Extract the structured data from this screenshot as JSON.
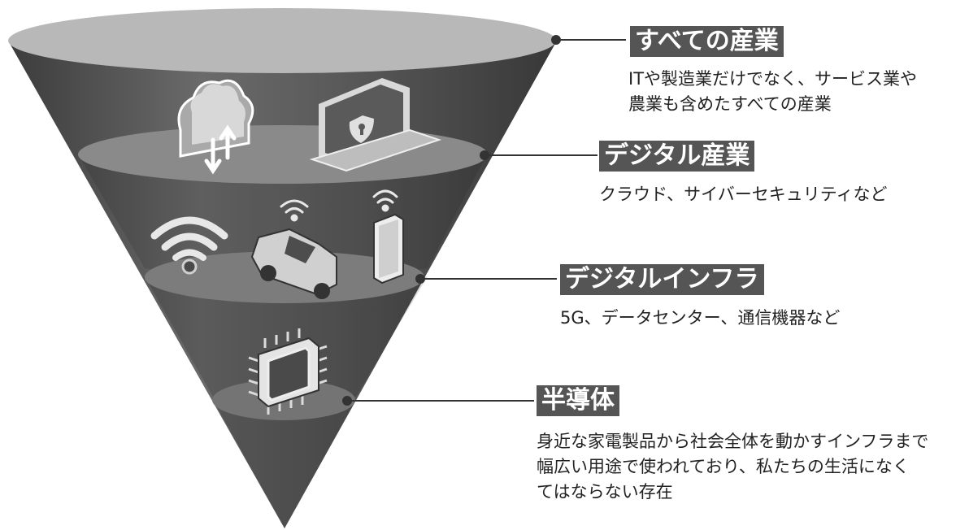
{
  "layers": [
    {
      "title": "すべての産業",
      "description": [
        "ITや製造業だけでなく、サービス業や",
        "農業も含めたすべての産業"
      ]
    },
    {
      "title": "デジタル産業",
      "description": [
        "クラウド、サイバーセキュリティなど"
      ],
      "icons": [
        "cloud-sync-icon",
        "laptop-security-icon"
      ]
    },
    {
      "title": "デジタルインフラ",
      "description": [
        "5G、データセンター、通信機器など"
      ],
      "icons": [
        "wifi-icon",
        "car-icon",
        "smartphone-icon"
      ]
    },
    {
      "title": "半導体",
      "description": [
        "身近な家電製品から社会全体を動かすインフラまで",
        "幅広い用途で使われており、私たちの生活になく",
        "てはならない存在"
      ],
      "icons": [
        "chip-icon"
      ]
    }
  ],
  "colors": {
    "rim": "#b8b8b8",
    "funnel_dark": "#4a4a4a",
    "funnel_mid": "#6e6e6e",
    "ring": "#8a8a8a",
    "label_bg": "#555555"
  }
}
